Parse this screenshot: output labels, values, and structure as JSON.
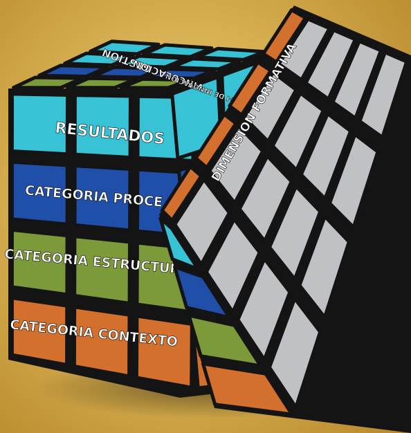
{
  "colors": {
    "background_light": "#f4d77a",
    "background_dark": "#b98a2c",
    "cyan": "#38c2d6",
    "blue": "#1f4fa8",
    "green": "#7d9a3a",
    "orange": "#d3702e",
    "grey": "#bfc1c4",
    "edge": "#141414"
  },
  "cube": {
    "front_rows": [
      {
        "label": "RESULTADOS",
        "color": "cyan"
      },
      {
        "label": "CATEGORIA PROCE",
        "color": "blue"
      },
      {
        "label": "CATEGORIA ESTRUCTURA",
        "color": "green"
      },
      {
        "label": "CATEGORIA CONTEXTO",
        "color": "orange"
      }
    ],
    "top_rows": [
      {
        "label": "GESTION",
        "color": "cyan"
      },
      {
        "label": "VINCULACION",
        "color": "blue"
      },
      {
        "label": "I+D+I DE INNOVACION",
        "color": "green"
      }
    ],
    "rotated_slice_label": "DIMENSION FORMATIVA"
  }
}
